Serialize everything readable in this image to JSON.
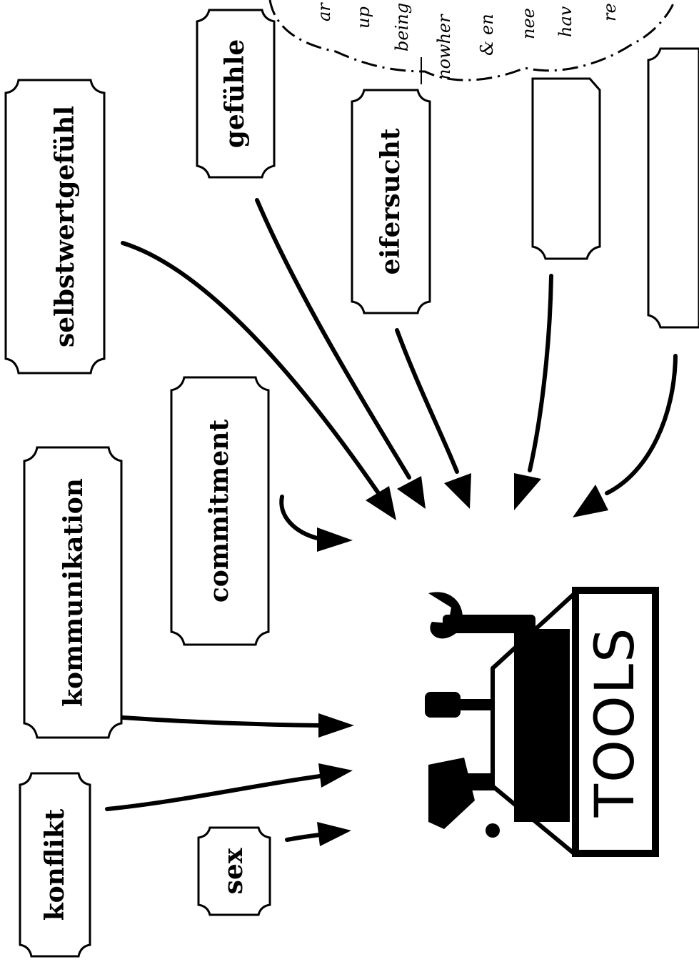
{
  "labels": {
    "selbstwertgefuehl": "selbstwertgefühl",
    "gefuehle": "gefühle",
    "eifersucht": "eifersucht",
    "commitment": "commitment",
    "kommunikation": "kommunikation",
    "konflikt": "konflikt",
    "sex": "sex"
  },
  "toolbox": {
    "title": "TOOLS"
  },
  "cloud_fragments": [
    "ar",
    "up",
    "being",
    "nowher",
    "& en",
    "nee",
    "hav",
    "re"
  ],
  "colors": {
    "ink": "#000000",
    "paper": "#ffffff"
  }
}
